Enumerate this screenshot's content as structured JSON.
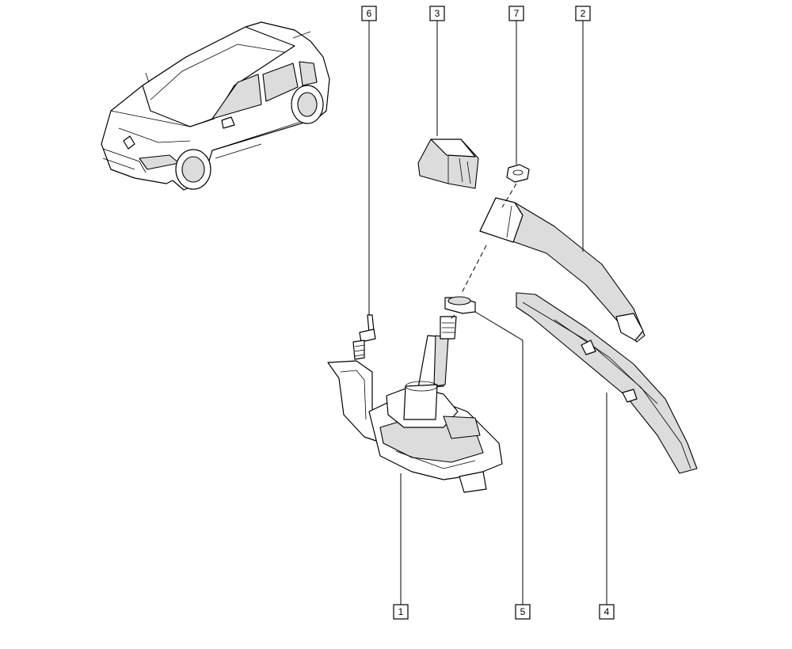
{
  "callouts": [
    {
      "id": "1",
      "label": "1"
    },
    {
      "id": "2",
      "label": "2"
    },
    {
      "id": "3",
      "label": "3"
    },
    {
      "id": "4",
      "label": "4"
    },
    {
      "id": "5",
      "label": "5"
    },
    {
      "id": "6",
      "label": "6"
    },
    {
      "id": "7",
      "label": "7"
    }
  ],
  "colors": {
    "line": "#000000",
    "background": "#ffffff",
    "shade": "#dcdcdc"
  }
}
